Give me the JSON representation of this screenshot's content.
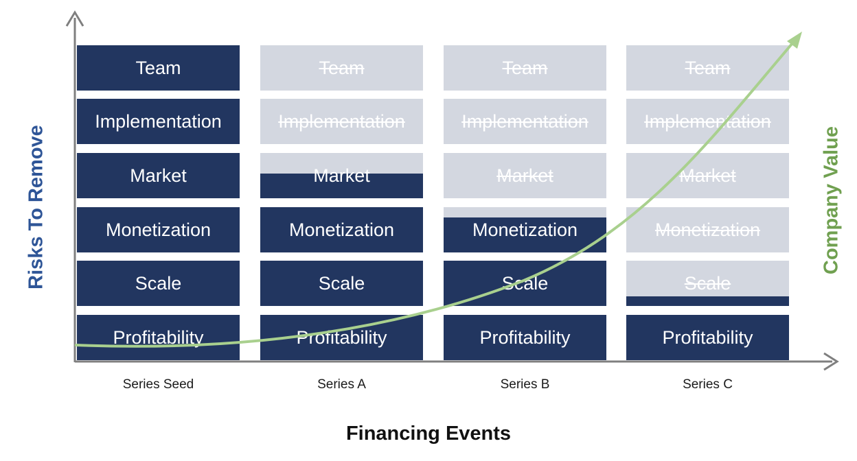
{
  "diagram": {
    "y_axis_left_label": "Risks To Remove",
    "y_axis_right_label": "Company Value",
    "x_axis_label": "Financing Events",
    "colors": {
      "active": "#223660",
      "removed": "#d3d7e0",
      "curve": "#a9d08e",
      "axis": "#7f7f7f",
      "risk_title": "#2e5597",
      "value_title": "#70a050"
    },
    "risks": [
      "Team",
      "Implementation",
      "Market",
      "Monetization",
      "Scale",
      "Profitability"
    ],
    "series": [
      {
        "label": "Series Seed",
        "cells": [
          {
            "label": "Team",
            "remaining": 1,
            "struck": false
          },
          {
            "label": "Implementation",
            "remaining": 1,
            "struck": false
          },
          {
            "label": "Market",
            "remaining": 1,
            "struck": false
          },
          {
            "label": "Monetization",
            "remaining": 1,
            "struck": false
          },
          {
            "label": "Scale",
            "remaining": 1,
            "struck": false
          },
          {
            "label": "Profitability",
            "remaining": 1,
            "struck": false
          }
        ]
      },
      {
        "label": "Series A",
        "cells": [
          {
            "label": "Team",
            "remaining": 0,
            "struck": true
          },
          {
            "label": "Implementation",
            "remaining": 0,
            "struck": true
          },
          {
            "label": "Market",
            "remaining": 0.55,
            "struck": false
          },
          {
            "label": "Monetization",
            "remaining": 1,
            "struck": false
          },
          {
            "label": "Scale",
            "remaining": 1,
            "struck": false
          },
          {
            "label": "Profitability",
            "remaining": 1,
            "struck": false
          }
        ]
      },
      {
        "label": "Series B",
        "cells": [
          {
            "label": "Team",
            "remaining": 0,
            "struck": true
          },
          {
            "label": "Implementation",
            "remaining": 0,
            "struck": true
          },
          {
            "label": "Market",
            "remaining": 0,
            "struck": true
          },
          {
            "label": "Monetization",
            "remaining": 0.78,
            "struck": false
          },
          {
            "label": "Scale",
            "remaining": 1,
            "struck": false
          },
          {
            "label": "Profitability",
            "remaining": 1,
            "struck": false
          }
        ]
      },
      {
        "label": "Series C",
        "cells": [
          {
            "label": "Team",
            "remaining": 0,
            "struck": true
          },
          {
            "label": "Implementation",
            "remaining": 0,
            "struck": true
          },
          {
            "label": "Market",
            "remaining": 0,
            "struck": true
          },
          {
            "label": "Monetization",
            "remaining": 0,
            "struck": true
          },
          {
            "label": "Scale",
            "remaining": 0.21,
            "struck": true
          },
          {
            "label": "Profitability",
            "remaining": 1,
            "struck": false
          }
        ]
      }
    ]
  }
}
